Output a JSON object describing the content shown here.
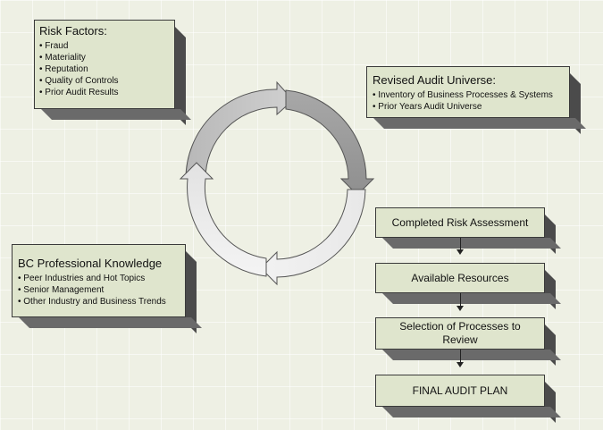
{
  "risk_factors": {
    "title": "Risk Factors:",
    "items": [
      "Fraud",
      "Materiality",
      "Reputation",
      "Quality of Controls",
      "Prior Audit Results"
    ]
  },
  "revised_universe": {
    "title": "Revised Audit Universe:",
    "items": [
      "Inventory of Business Processes & Systems",
      "Prior Years Audit Universe"
    ]
  },
  "bc_knowledge": {
    "title": "BC Professional Knowledge",
    "items": [
      "Peer Industries and Hot Topics",
      "Senior Management",
      "Other Industry and Business Trends"
    ]
  },
  "flow_steps": [
    "Completed Risk Assessment",
    "Available Resources",
    "Selection of Processes to Review",
    "FINAL AUDIT PLAN"
  ]
}
